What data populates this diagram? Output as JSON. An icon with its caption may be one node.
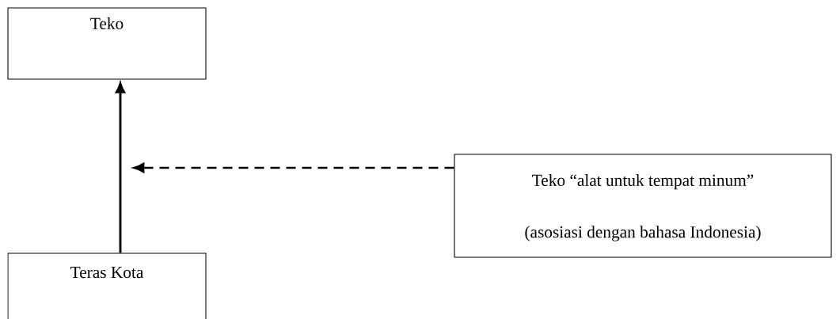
{
  "diagram": {
    "nodes": [
      {
        "text": [
          "Teko"
        ]
      },
      {
        "text": [
          "Teras Kota"
        ]
      },
      {
        "text": [
          "Teko “alat untuk tempat minum”",
          "(asosiasi dengan bahasa Indonesia)"
        ]
      }
    ],
    "edges": [
      {
        "from": 1,
        "to": 0,
        "arrow": "to"
      },
      {
        "from": 2,
        "to": null,
        "arrow": "to",
        "style": "dashed"
      }
    ]
  }
}
